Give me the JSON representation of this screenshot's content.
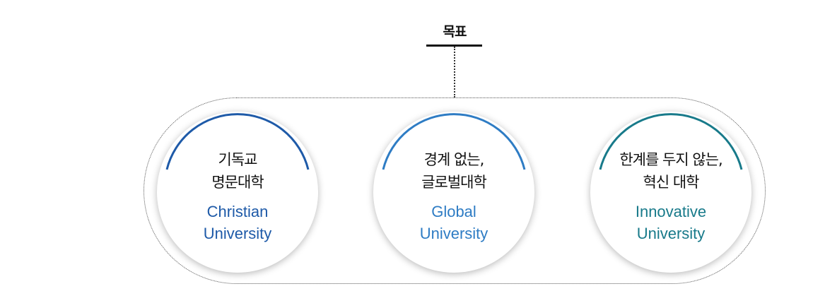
{
  "diagram": {
    "title": "목표",
    "items": [
      {
        "ko_line1": "기독교",
        "ko_line2": "명문대학",
        "en_line1": "Christian",
        "en_line2": "University",
        "color": "#1e5aa8"
      },
      {
        "ko_line1": "경계 없는,",
        "ko_line2": "글로벌대학",
        "en_line1": "Global",
        "en_line2": "University",
        "color": "#2e7cc4"
      },
      {
        "ko_line1": "한계를 두지 않는,",
        "ko_line2": "혁신 대학",
        "en_line1": "Innovative",
        "en_line2": "University",
        "color": "#187a8a"
      }
    ]
  }
}
